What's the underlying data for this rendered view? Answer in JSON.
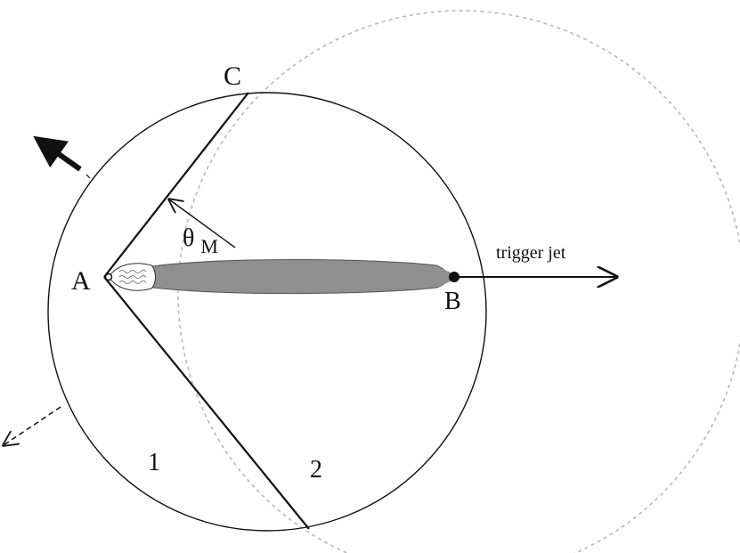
{
  "diagram": {
    "labels": {
      "point_a": "A",
      "point_b": "B",
      "point_c": "C",
      "region_1": "1",
      "region_2": "2",
      "theta_symbol": "θ",
      "theta_subscript": "M",
      "trigger_jet": "trigger jet"
    },
    "colors": {
      "ink": "#111111",
      "jet_fill": "#8f8f8f",
      "dashed_circle": "#b8b8b8",
      "background": "#ffffff"
    }
  }
}
